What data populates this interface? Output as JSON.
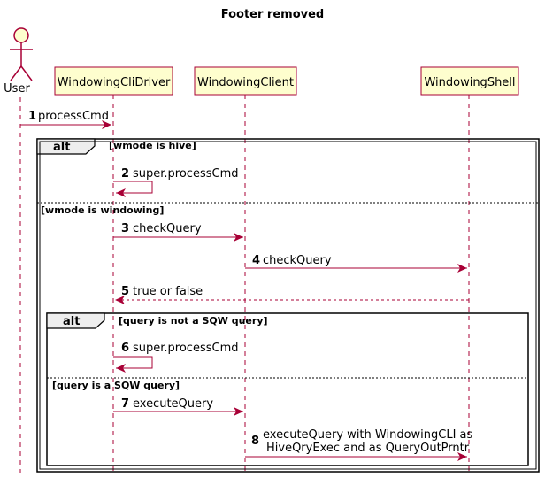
{
  "title": "Footer removed",
  "actor": {
    "label": "User"
  },
  "participants": [
    {
      "id": "driver",
      "label": "WindowingCliDriver"
    },
    {
      "id": "client",
      "label": "WindowingClient"
    },
    {
      "id": "shell",
      "label": "WindowingShell"
    }
  ],
  "colors": {
    "participant_fill": "#FEFECE",
    "arrow": "#A80036",
    "lifeline": "#A80036",
    "fragment_header": "#EEEEEE"
  },
  "messages": [
    {
      "num": "1",
      "label": "processCmd",
      "from": "user",
      "to": "driver"
    },
    {
      "num": "2",
      "label": "super.processCmd",
      "from": "driver",
      "to": "driver"
    },
    {
      "num": "3",
      "label": "checkQuery",
      "from": "driver",
      "to": "client"
    },
    {
      "num": "4",
      "label": "checkQuery",
      "from": "client",
      "to": "shell"
    },
    {
      "num": "5",
      "label": "true or false",
      "from": "shell",
      "to": "driver",
      "style": "dashed"
    },
    {
      "num": "6",
      "label": "super.processCmd",
      "from": "driver",
      "to": "driver"
    },
    {
      "num": "7",
      "label": "executeQuery",
      "from": "driver",
      "to": "client"
    },
    {
      "num": "8",
      "label_lines": [
        "executeQuery with WindowingCLI as",
        "HiveQryExec and as QueryOutPrntr"
      ],
      "from": "client",
      "to": "shell"
    }
  ],
  "fragments": {
    "outer": {
      "keyword": "alt",
      "guard1": "[wmode is hive]",
      "guard2": "[wmode is windowing]"
    },
    "inner": {
      "keyword": "alt",
      "guard1": "[query is not a SQW query]",
      "guard2": "[query is a SQW query]"
    }
  }
}
